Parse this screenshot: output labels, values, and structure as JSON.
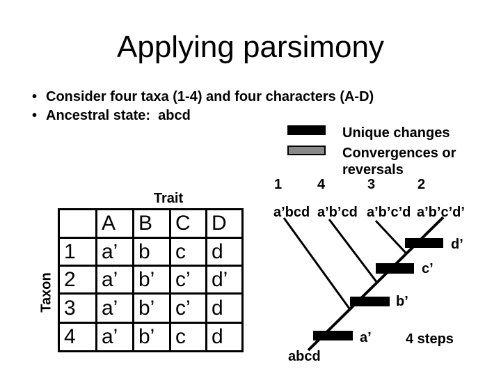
{
  "slide": {
    "title": "Applying parsimony",
    "bullet_marker": "•",
    "bullets": [
      "Consider four taxa (1-4) and four characters (A-D)",
      "Ancestral state:  abcd"
    ]
  },
  "legend": {
    "unique_label": "Unique changes",
    "unique_color": "#000000",
    "convergence_label": "Convergences or\nreversals",
    "convergence_color": "#898989"
  },
  "data_table": {
    "title": "Trait",
    "row_axis_label": "Taxon",
    "columns": [
      "A",
      "B",
      "C",
      "D"
    ],
    "rows": [
      {
        "taxon": "1",
        "A": "a’",
        "B": "b",
        "C": "c",
        "D": "d"
      },
      {
        "taxon": "2",
        "A": "a’",
        "B": "b’",
        "C": "c’",
        "D": "d’"
      },
      {
        "taxon": "3",
        "A": "a’",
        "B": "b’",
        "C": "c’",
        "D": "d"
      },
      {
        "taxon": "4",
        "A": "a’",
        "B": "b’",
        "C": "c",
        "D": "d"
      }
    ]
  },
  "tree": {
    "tips": [
      {
        "taxon": "1",
        "state": "a’bcd"
      },
      {
        "taxon": "4",
        "state": "a’b’cd"
      },
      {
        "taxon": "3",
        "state": "a’b’c’d"
      },
      {
        "taxon": "2",
        "state": "a’b’c’d’"
      }
    ],
    "changes": [
      {
        "label": "a’"
      },
      {
        "label": "b’"
      },
      {
        "label": "c’"
      },
      {
        "label": "d’"
      }
    ],
    "root_state": "abcd",
    "steps_label": "4 steps"
  }
}
